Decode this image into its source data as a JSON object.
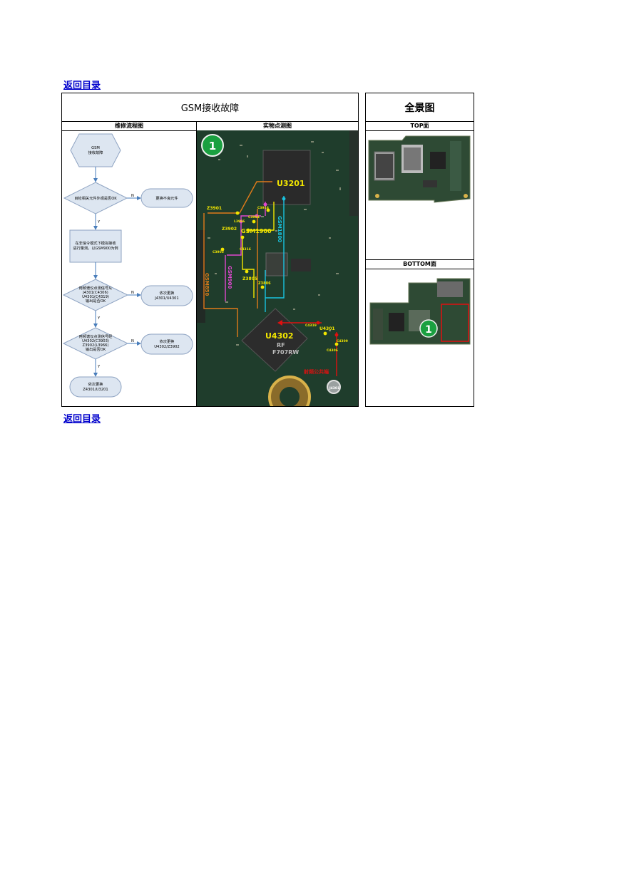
{
  "nav": {
    "back_to_toc_top": "返回目录",
    "back_to_toc_bottom": "返回目录"
  },
  "main": {
    "title": "GSM接收故障",
    "flow_header": "维修流程图",
    "photo_header": "实物点测图"
  },
  "flow": {
    "start": [
      "GSM",
      "接收故障"
    ],
    "step1": "目检相关元件外观是否OK",
    "step1_fix": "更换不良元件",
    "step2": [
      "在非信令模式下模拟接收",
      "进行量测，以GSM900为例"
    ],
    "step3": [
      "用频谱仪点测信号从",
      "J4301(C4306)",
      "U4301(C4319)",
      "输出是否OK"
    ],
    "step3_fix": [
      "依次更换",
      "J4301/U4301"
    ],
    "step4": [
      "用频谱仪点测信号经",
      "U4302(C3903)",
      "Z3902(L3966)",
      "输出是否OK"
    ],
    "step4_fix": [
      "依次更换",
      "U4302/Z3902"
    ],
    "end": [
      "依次更换",
      "Z4301/U3201"
    ],
    "label_n": "N",
    "label_y": "Y"
  },
  "photo": {
    "badge": "1",
    "labels": {
      "u3201": "U3201",
      "u4302": "U4302",
      "z3901": "Z3901",
      "z3902": "Z3902",
      "z3805": "Z3805",
      "z3806": "Z3806",
      "gsm1900": "GSM1900",
      "gsm1800": "GSM1800",
      "gsm900": "GSM900",
      "gsm850": "GSM850",
      "u4301": "U4301",
      "c4319": "C4319",
      "c4306": "C4306",
      "c4309": "C4309",
      "l3966": "L3966",
      "c3903": "C3903",
      "c3916": "C3916",
      "c3904": "C3904",
      "c3916b": "C4316",
      "chip_mark": [
        "RF",
        "F707RW"
      ],
      "antenna": "射频公共端",
      "j4301": "J4301"
    }
  },
  "panorama": {
    "title": "全景图",
    "top_header": "TOP面",
    "bottom_header": "BOTTOM面",
    "bottom_badge": "1"
  },
  "colors": {
    "link": "#0000cc",
    "flow_shape_fill": "#dde6f1",
    "flow_shape_stroke": "#8ea3c2",
    "flow_arrow": "#4a7ebb",
    "pcb_green": "#1f3d2c",
    "callout_yellow": "#f2e600",
    "trace_orange": "#e07b1a",
    "trace_cyan": "#19c3e0",
    "trace_magenta": "#e048d0",
    "trace_red": "#e01010",
    "badge_green": "#1aa040"
  }
}
